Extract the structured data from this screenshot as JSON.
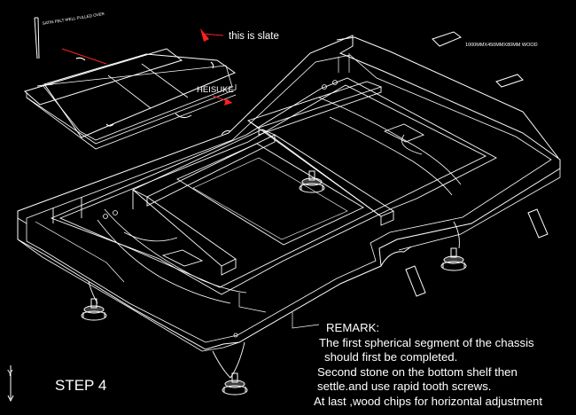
{
  "labels": {
    "slate": "this is slate",
    "heisuke": "HEISUKE",
    "wood_spec": "1000MMX450MMX80MM WOOD",
    "slate_tiny": "SATIN FELT WELL PULLED OVER"
  },
  "step": "STEP 4",
  "remark": {
    "title": "REMARK:",
    "lines": [
      "The first spherical segment of the chassis",
      "should first be completed.",
      "Second stone on the bottom shelf then",
      "settle.and use rapid tooth screws.",
      "At last ,wood chips for horizontal adjustment"
    ]
  },
  "ucs": {
    "y": "Y"
  },
  "colors": {
    "background": "#000000",
    "lines": "#ffffff",
    "arrows": "#ff2020"
  }
}
